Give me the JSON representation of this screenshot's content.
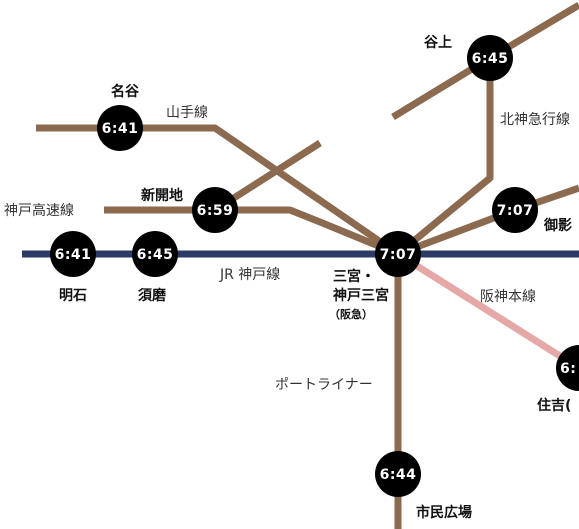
{
  "colors": {
    "private_line": "#8c6a4f",
    "jr_line": "#2b3a67",
    "hanshin_line": "#e6a7a7",
    "node": "#000000",
    "node_text": "#ffffff"
  },
  "lines": {
    "yamate": "山手線",
    "kobe_kosoku": "神戸高速線",
    "jr_kobe": "JR 神戸線",
    "hokushin": "北神急行線",
    "hanshin": "阪神本線",
    "port_liner": "ポートライナー"
  },
  "stations": {
    "sannomiya": {
      "name_1": "三宮・",
      "name_2": "神戸三宮",
      "sub": "（阪急）",
      "time": "7:07"
    },
    "myodani": {
      "name": "名谷",
      "time": "6:41"
    },
    "shinkaichi": {
      "name": "新開地",
      "time": "6:59"
    },
    "akashi": {
      "name": "明石",
      "time": "6:41"
    },
    "suma": {
      "name": "須磨",
      "time": "6:45"
    },
    "tanigami": {
      "name": "谷上",
      "time": "6:45"
    },
    "mikage": {
      "name": "御影",
      "time": "7:07"
    },
    "sumiyoshi": {
      "name": "住吉(",
      "time": "6:"
    },
    "shimin_hiroba": {
      "name": "市民広場",
      "time": "6:44"
    }
  }
}
